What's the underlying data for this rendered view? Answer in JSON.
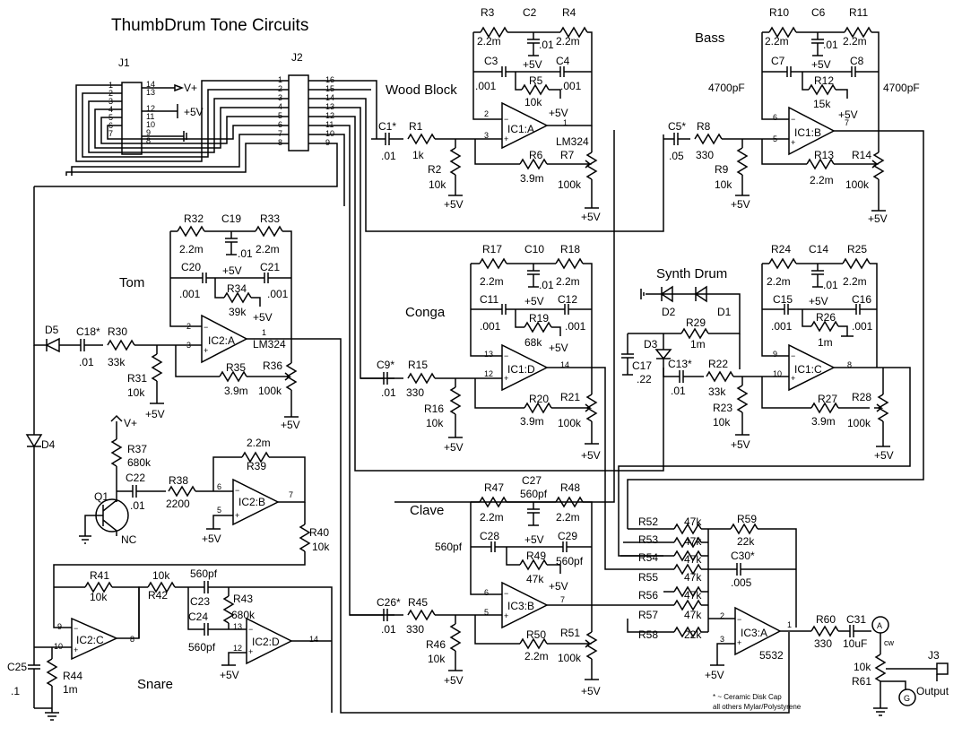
{
  "title": "ThumbDrum Tone Circuits",
  "connectors": {
    "j1": {
      "name": "J1",
      "pins": [
        "1",
        "2",
        "3",
        "4",
        "5",
        "6",
        "7",
        "8",
        "9",
        "10",
        "11",
        "12",
        "13",
        "14"
      ],
      "supply_v": "V+",
      "supply_5v": "+5V"
    },
    "j2": {
      "name": "J2",
      "pins": [
        "1",
        "2",
        "3",
        "4",
        "5",
        "6",
        "7",
        "8",
        "9",
        "10",
        "11",
        "12",
        "13",
        "14",
        "15",
        "16"
      ]
    },
    "j3": {
      "name": "J3",
      "label": "Output"
    }
  },
  "sections": {
    "wood_block": "Wood Block",
    "bass": "Bass",
    "tom": "Tom",
    "conga": "Conga",
    "synth_drum": "Synth Drum",
    "clave": "Clave",
    "snare": "Snare"
  },
  "opamps": {
    "ic1a": "IC1:A",
    "ic1b": "IC1:B",
    "ic1c": "IC1:C",
    "ic1d": "IC1:D",
    "ic2a": "IC2:A",
    "ic2b": "IC2:B",
    "ic2c": "IC2:C",
    "ic2d": "IC2:D",
    "ic3a": "IC3:A",
    "ic3b": "IC3:B",
    "lm324_1": "LM324",
    "lm324_2": "LM324",
    "ne5532": "5532"
  },
  "supply": "+5V",
  "components": {
    "wood_block": {
      "R3": "R3",
      "R3v": "2.2m",
      "C2": "C2",
      "C2v": ".01",
      "R4": "R4",
      "R4v": "2.2m",
      "C3": "C3",
      "C3v": ".001",
      "R5": "R5",
      "R5v": "10k",
      "C4": "C4",
      "C4v": ".001",
      "C1": "C1*",
      "C1v": ".01",
      "R1": "R1",
      "R1v": "1k",
      "R2": "R2",
      "R2v": "10k",
      "R6": "R6",
      "R6v": "3.9m",
      "R7": "R7",
      "R7v": "100k"
    },
    "bass": {
      "R10": "R10",
      "R10v": "2.2m",
      "C6": "C6",
      "C6v": ".01",
      "R11": "R11",
      "R11v": "2.2m",
      "C7": "C7",
      "C7v": "4700pF",
      "R12": "R12",
      "R12v": "15k",
      "C8": "C8",
      "C8v": "4700pF",
      "C5": "C5*",
      "C5v": ".05",
      "R8": "R8",
      "R8v": "330",
      "R9": "R9",
      "R9v": "10k",
      "R13": "R13",
      "R13v": "2.2m",
      "R14": "R14",
      "R14v": "100k"
    },
    "tom": {
      "R32": "R32",
      "R32v": "2.2m",
      "C19": "C19",
      "C19v": ".01",
      "R33": "R33",
      "R33v": "2.2m",
      "C20": "C20",
      "C20v": ".001",
      "R34": "R34",
      "R34v": "39k",
      "C21": "C21",
      "C21v": ".001",
      "D5": "D5",
      "C18": "C18*",
      "C18v": ".01",
      "R30": "R30",
      "R30v": "33k",
      "R31": "R31",
      "R31v": "10k",
      "R35": "R35",
      "R35v": "3.9m",
      "R36": "R36",
      "R36v": "100k"
    },
    "conga": {
      "R17": "R17",
      "R17v": "2.2m",
      "C10": "C10",
      "C10v": ".01",
      "R18": "R18",
      "R18v": "2.2m",
      "C11": "C11",
      "C11v": ".001",
      "R19": "R19",
      "R19v": "68k",
      "C12": "C12",
      "C12v": ".001",
      "C9": "C9*",
      "C9v": ".01",
      "R15": "R15",
      "R15v": "330",
      "R16": "R16",
      "R16v": "10k",
      "R20": "R20",
      "R20v": "3.9m",
      "R21": "R21",
      "R21v": "100k"
    },
    "synth": {
      "R24": "R24",
      "R24v": "2.2m",
      "C14": "C14",
      "C14v": ".01",
      "R25": "R25",
      "R25v": "2.2m",
      "C15": "C15",
      "C15v": ".001",
      "R26": "R26",
      "R26v": "1m",
      "C16": "C16",
      "C16v": ".001",
      "D1": "D1",
      "D2": "D2",
      "D3": "D3",
      "R29": "R29",
      "R29v": "1m",
      "C17": "C17",
      "C17v": ".22",
      "C13": "C13*",
      "C13v": ".01",
      "R22": "R22",
      "R22v": "33k",
      "R23": "R23",
      "R23v": "10k",
      "R27": "R27",
      "R27v": "3.9m",
      "R28": "R28",
      "R28v": "100k"
    },
    "noise": {
      "Q1": "Q1",
      "NC": "NC",
      "Vp": "V+",
      "R37": "R37",
      "R37v": "680k",
      "C22": "C22",
      "C22v": ".01",
      "R38": "R38",
      "R38v": "2200",
      "R39": "R39",
      "R39v": "2.2m",
      "R40": "R40",
      "R40v": "10k"
    },
    "clave": {
      "R47": "R47",
      "R47v": "2.2m",
      "C27": "C27",
      "C27v": "560pf",
      "R48": "R48",
      "R48v": "2.2m",
      "C28": "C28",
      "C28v": "560pf",
      "R49": "R49",
      "R49v": "47k",
      "C29": "C29",
      "C29v": "560pf",
      "C26": "C26*",
      "C26v": ".01",
      "R45": "R45",
      "R45v": "330",
      "R46": "R46",
      "R46v": "10k",
      "R50": "R50",
      "R50v": "2.2m",
      "R51": "R51",
      "R51v": "100k"
    },
    "snare": {
      "R41": "R41",
      "R41v": "10k",
      "R42": "R42",
      "R42v": "10k",
      "C23": "C23",
      "C23v": "560pf",
      "R43": "R43",
      "R43v": "680k",
      "C24": "C24",
      "C24v": "560pf",
      "C25": "C25",
      "C25v": ".1",
      "R44": "R44",
      "R44v": "1m",
      "D4": "D4"
    },
    "mixer": {
      "R52": "R52",
      "R53": "R53",
      "R54": "R54",
      "R55": "R55",
      "R56": "R56",
      "R57": "R57",
      "R58": "R58",
      "r47k": "47k",
      "R58v": "22k",
      "R59": "R59",
      "R59v": "22k",
      "C30": "C30*",
      "C30v": ".005",
      "R60": "R60",
      "R60v": "330",
      "C31": "C31",
      "C31v": "10uF",
      "R61": "R61",
      "R61v": "10k",
      "cw": "cw",
      "A": "A",
      "G": "G"
    }
  },
  "pins": {
    "p1": "1",
    "p2": "2",
    "p3": "3",
    "p5": "5",
    "p6": "6",
    "p7": "7",
    "p8": "8",
    "p9": "9",
    "p10": "10",
    "p12": "12",
    "p13": "13",
    "p14": "14"
  },
  "note_line1": "* ~ Ceramic Disk Cap",
  "note_line2": "all others Mylar/Polystyrene"
}
